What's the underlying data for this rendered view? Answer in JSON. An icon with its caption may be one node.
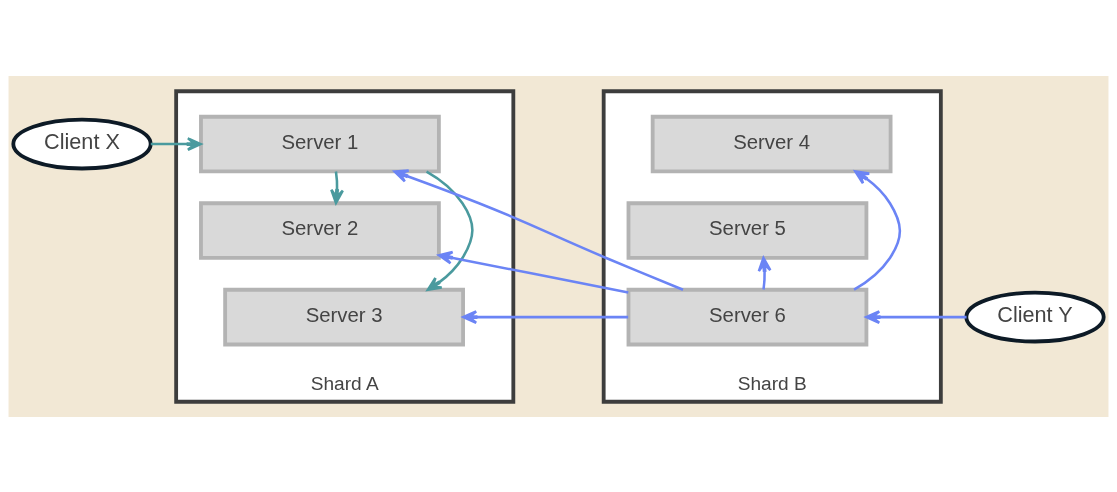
{
  "diagram": {
    "nodes": [
      {
        "text": [
          "Client X"
        ]
      },
      {
        "text": [
          "Shard A"
        ]
      },
      {
        "text": [
          "Server 1"
        ],
        "in": 1
      },
      {
        "text": [
          "Server 2"
        ],
        "in": 1
      },
      {
        "text": [
          "Server 3"
        ],
        "in": 1
      },
      {
        "text": [
          "Shard B"
        ]
      },
      {
        "text": [
          "Server 4"
        ],
        "in": 5
      },
      {
        "text": [
          "Server 5"
        ],
        "in": 5
      },
      {
        "text": [
          "Server 6"
        ],
        "in": 5
      },
      {
        "text": [
          "Client Y"
        ]
      }
    ],
    "edges": [
      {
        "from": 0,
        "to": 2,
        "arrow": "to",
        "color": "#4a9a9e"
      },
      {
        "from": 2,
        "to": 3,
        "arrow": "to",
        "color": "#4a9a9e"
      },
      {
        "from": 2,
        "to": 4,
        "arrow": "to",
        "color": "#4a9a9e"
      },
      {
        "from": 9,
        "to": 8,
        "arrow": "to"
      },
      {
        "from": 8,
        "to": 7,
        "arrow": "to"
      },
      {
        "from": 8,
        "to": 6,
        "arrow": "to"
      },
      {
        "from": 8,
        "to": 2,
        "arrow": "to"
      },
      {
        "from": 8,
        "to": 3,
        "arrow": "to"
      },
      {
        "from": 8,
        "to": 4,
        "arrow": "to"
      }
    ]
  }
}
